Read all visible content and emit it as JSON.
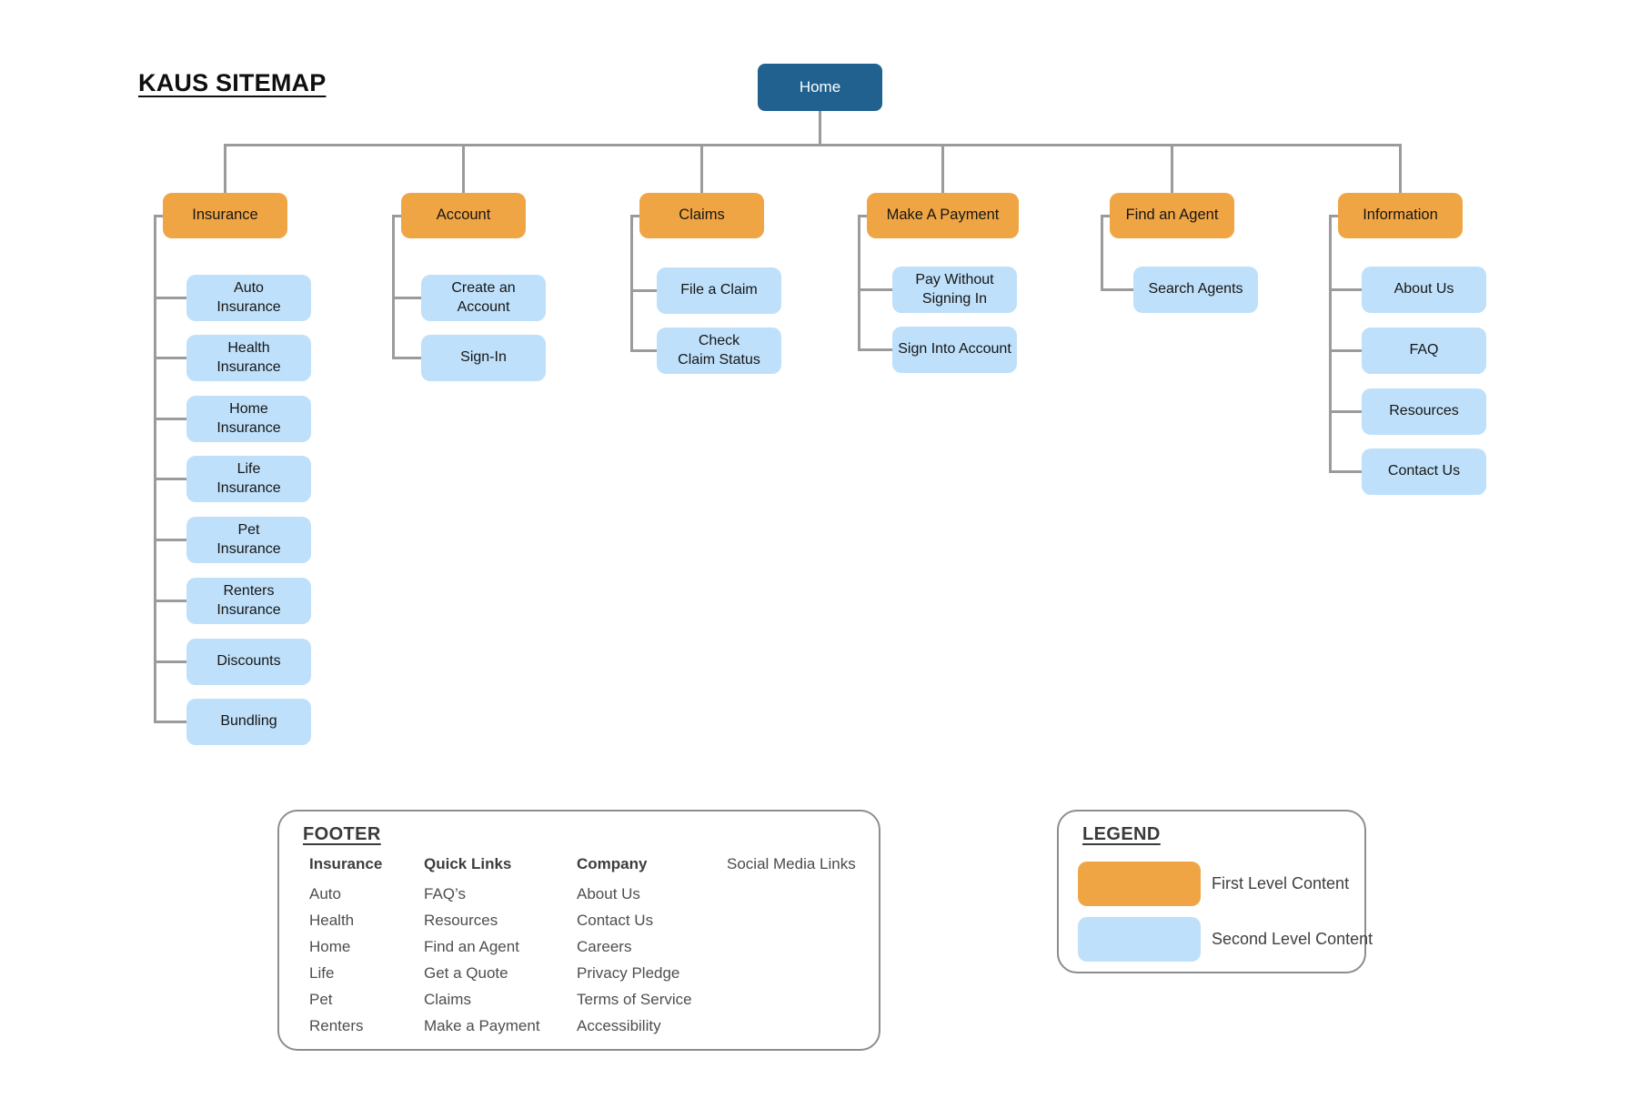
{
  "page": {
    "title": "KAUS SITEMAP"
  },
  "colors": {
    "root_level": "#20618F",
    "first_level": "#F0A545",
    "second_level": "#BEE0FA",
    "connector": "#9B9B9B"
  },
  "tree": {
    "root": {
      "label": "Home"
    },
    "columns": [
      {
        "label": "Insurance",
        "children": [
          "Auto\nInsurance",
          "Health\nInsurance",
          "Home\nInsurance",
          "Life\nInsurance",
          "Pet\nInsurance",
          "Renters\nInsurance",
          "Discounts",
          "Bundling"
        ]
      },
      {
        "label": "Account",
        "children": [
          "Create an\nAccount",
          "Sign-In"
        ]
      },
      {
        "label": "Claims",
        "children": [
          "File a Claim",
          "Check\nClaim Status"
        ]
      },
      {
        "label": "Make A Payment",
        "children": [
          "Pay Without\nSigning In",
          "Sign Into Account"
        ]
      },
      {
        "label": "Find an Agent",
        "children": [
          "Search Agents"
        ]
      },
      {
        "label": "Information",
        "children": [
          "About Us",
          "FAQ",
          "Resources",
          "Contact Us"
        ]
      }
    ]
  },
  "footer": {
    "title": "FOOTER",
    "columns": [
      {
        "header": "Insurance",
        "bold": true,
        "items": [
          "Auto",
          "Health",
          "Home",
          "Life",
          "Pet",
          "Renters"
        ]
      },
      {
        "header": "Quick Links",
        "bold": true,
        "items": [
          "FAQ’s",
          "Resources",
          "Find an Agent",
          "Get a Quote",
          "Claims",
          "Make a Payment"
        ]
      },
      {
        "header": "Company",
        "bold": true,
        "items": [
          "About Us",
          "Contact Us",
          "Careers",
          "Privacy Pledge",
          "Terms of Service",
          "Accessibility"
        ]
      },
      {
        "header": "Social Media Links",
        "bold": false,
        "items": []
      }
    ]
  },
  "legend": {
    "title": "LEGEND",
    "items": [
      {
        "swatch": "first-level-swatch",
        "label": "First Level Content"
      },
      {
        "swatch": "second-level-swatch",
        "label": "Second Level Content"
      }
    ]
  }
}
